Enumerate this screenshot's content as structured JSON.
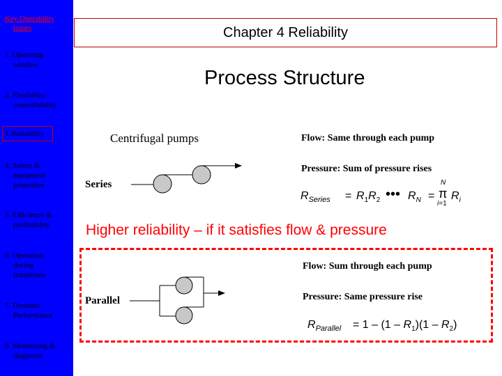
{
  "sidebar": {
    "title_line1": "Key Operability",
    "title_line2": "issues",
    "items": [
      {
        "line1": "1. Operating",
        "line2": "window",
        "line3": ""
      },
      {
        "line1": "2. Flexibility/",
        "line2": "controllability",
        "line3": ""
      },
      {
        "line1": "3. Reliability",
        "line2": "",
        "line3": ""
      },
      {
        "line1": "4. Safety &",
        "line2": "equipment",
        "line3": "protection"
      },
      {
        "line1": "5. Efficiency &",
        "line2": "profitability",
        "line3": ""
      },
      {
        "line1": "6. Operation",
        "line2": "during",
        "line3": "transitions"
      },
      {
        "line1": "7. Dynamic",
        "line2": "Performance",
        "line3": ""
      },
      {
        "line1": "8. Monitoring &",
        "line2": "diagnosis",
        "line3": ""
      }
    ]
  },
  "chapter_title": "Chapter 4 Reliability",
  "heading": "Process Structure",
  "centrifugal": "Centrifugal pumps",
  "series": {
    "label": "Series",
    "flow": "Flow: Same through each pump",
    "pressure": "Pressure: Sum of pressure rises"
  },
  "highlight": "Higher reliability – if it satisfies flow & pressure",
  "parallel": {
    "label": "Parallel",
    "flow": "Flow: Sum through each pump",
    "pressure": "Pressure: Same pressure rise"
  },
  "colors": {
    "sidebar": "#0000ff",
    "accent": "#ff0000",
    "border": "#c00000"
  }
}
